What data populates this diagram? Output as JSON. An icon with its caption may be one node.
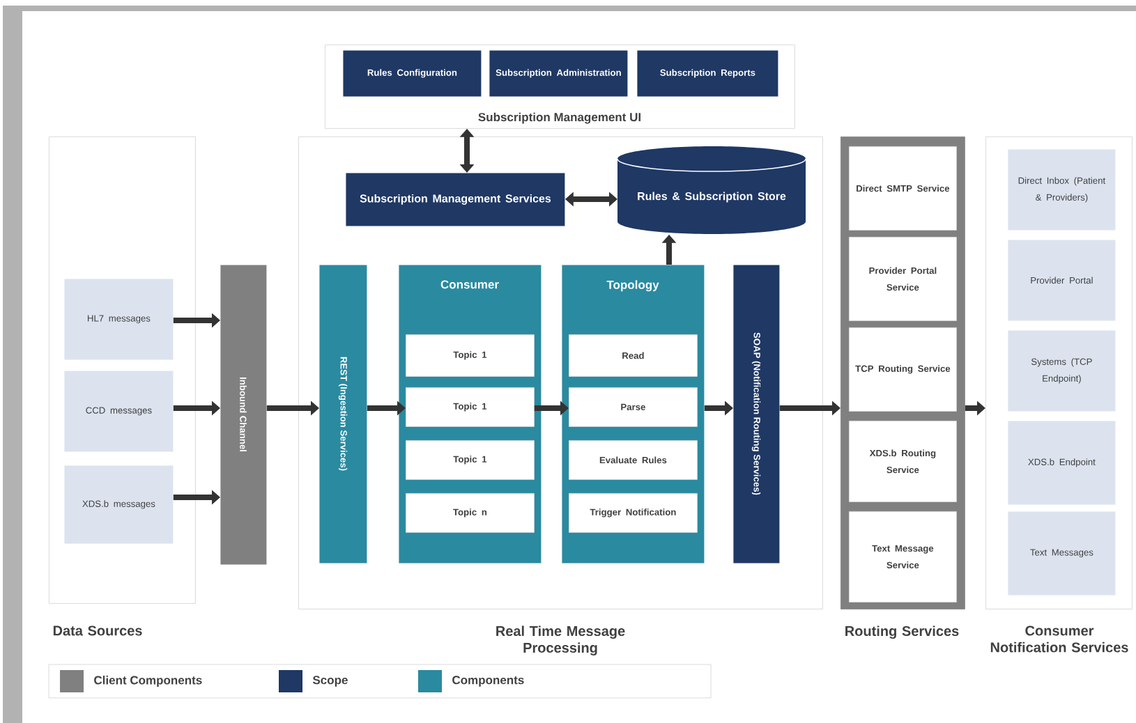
{
  "diagram": {
    "nodes": [
      {
        "text": [
          "Subscription Management UI"
        ]
      },
      {
        "text": [
          "Rules Configuration"
        ],
        "in": 0
      },
      {
        "text": [
          "Subscription Administration"
        ],
        "in": 0
      },
      {
        "text": [
          "Subscription Reports"
        ],
        "in": 0
      },
      {
        "text": [
          "Data Sources"
        ]
      },
      {
        "text": [
          "HL7 messages"
        ],
        "in": 4
      },
      {
        "text": [
          "CCD messages"
        ],
        "in": 4
      },
      {
        "text": [
          "XDS.b messages"
        ],
        "in": 4
      },
      {
        "text": [
          "Inbound Channel"
        ]
      },
      {
        "text": [
          "Real Time Message Processing"
        ]
      },
      {
        "text": [
          "Subscription Management Services"
        ],
        "in": 9
      },
      {
        "text": [
          "Rules & Subscription Store"
        ],
        "in": 9
      },
      {
        "text": [
          "REST (Ingestion Services)"
        ],
        "in": 9
      },
      {
        "text": [
          "Consumer"
        ],
        "in": 9
      },
      {
        "text": [
          "Topic 1"
        ],
        "in": 13
      },
      {
        "text": [
          "Topic 1"
        ],
        "in": 13
      },
      {
        "text": [
          "Topic 1"
        ],
        "in": 13
      },
      {
        "text": [
          "Topic n"
        ],
        "in": 13
      },
      {
        "text": [
          "Topology"
        ],
        "in": 9
      },
      {
        "text": [
          "Read"
        ],
        "in": 18
      },
      {
        "text": [
          "Parse"
        ],
        "in": 18
      },
      {
        "text": [
          "Evaluate Rules"
        ],
        "in": 18
      },
      {
        "text": [
          "Trigger Notification"
        ],
        "in": 18
      },
      {
        "text": [
          "SOAP (Notification Routing Services)"
        ],
        "in": 9
      },
      {
        "text": [
          "Routing Services"
        ]
      },
      {
        "text": [
          "Direct SMTP Service"
        ],
        "in": 24
      },
      {
        "text": [
          "Provider Portal Service"
        ],
        "in": 24
      },
      {
        "text": [
          "TCP Routing Service"
        ],
        "in": 24
      },
      {
        "text": [
          "XDS.b Routing Service"
        ],
        "in": 24
      },
      {
        "text": [
          "Text Message Service"
        ],
        "in": 24
      },
      {
        "text": [
          "Consumer Notification Services"
        ]
      },
      {
        "text": [
          "Direct Inbox (Patient & Providers)"
        ],
        "in": 30
      },
      {
        "text": [
          "Provider Portal"
        ],
        "in": 30
      },
      {
        "text": [
          "Systems (TCP Endpoint)"
        ],
        "in": 30
      },
      {
        "text": [
          "XDS.b Endpoint"
        ],
        "in": 30
      },
      {
        "text": [
          "Text Messages"
        ],
        "in": 30
      }
    ],
    "edges": [
      {
        "from": 0,
        "to": 10,
        "arrow": "both"
      },
      {
        "from": 10,
        "to": 11,
        "arrow": "both"
      },
      {
        "from": 18,
        "to": 11,
        "arrow": "to"
      },
      {
        "from": 5,
        "to": 8,
        "arrow": "to"
      },
      {
        "from": 6,
        "to": 8,
        "arrow": "to"
      },
      {
        "from": 7,
        "to": 8,
        "arrow": "to"
      },
      {
        "from": 8,
        "to": 12,
        "arrow": "to"
      },
      {
        "from": 12,
        "to": 15,
        "arrow": "to"
      },
      {
        "from": 15,
        "to": 20,
        "arrow": "to"
      },
      {
        "from": 18,
        "to": 23,
        "arrow": "to"
      },
      {
        "from": 23,
        "to": 24,
        "arrow": "to"
      },
      {
        "from": 24,
        "to": 30,
        "arrow": "to"
      }
    ],
    "legend": [
      {
        "text": "Client Components",
        "color": "#808080"
      },
      {
        "text": "Scope",
        "color": "#1f3864"
      },
      {
        "text": "Components",
        "color": "#2a8aa0"
      }
    ]
  }
}
